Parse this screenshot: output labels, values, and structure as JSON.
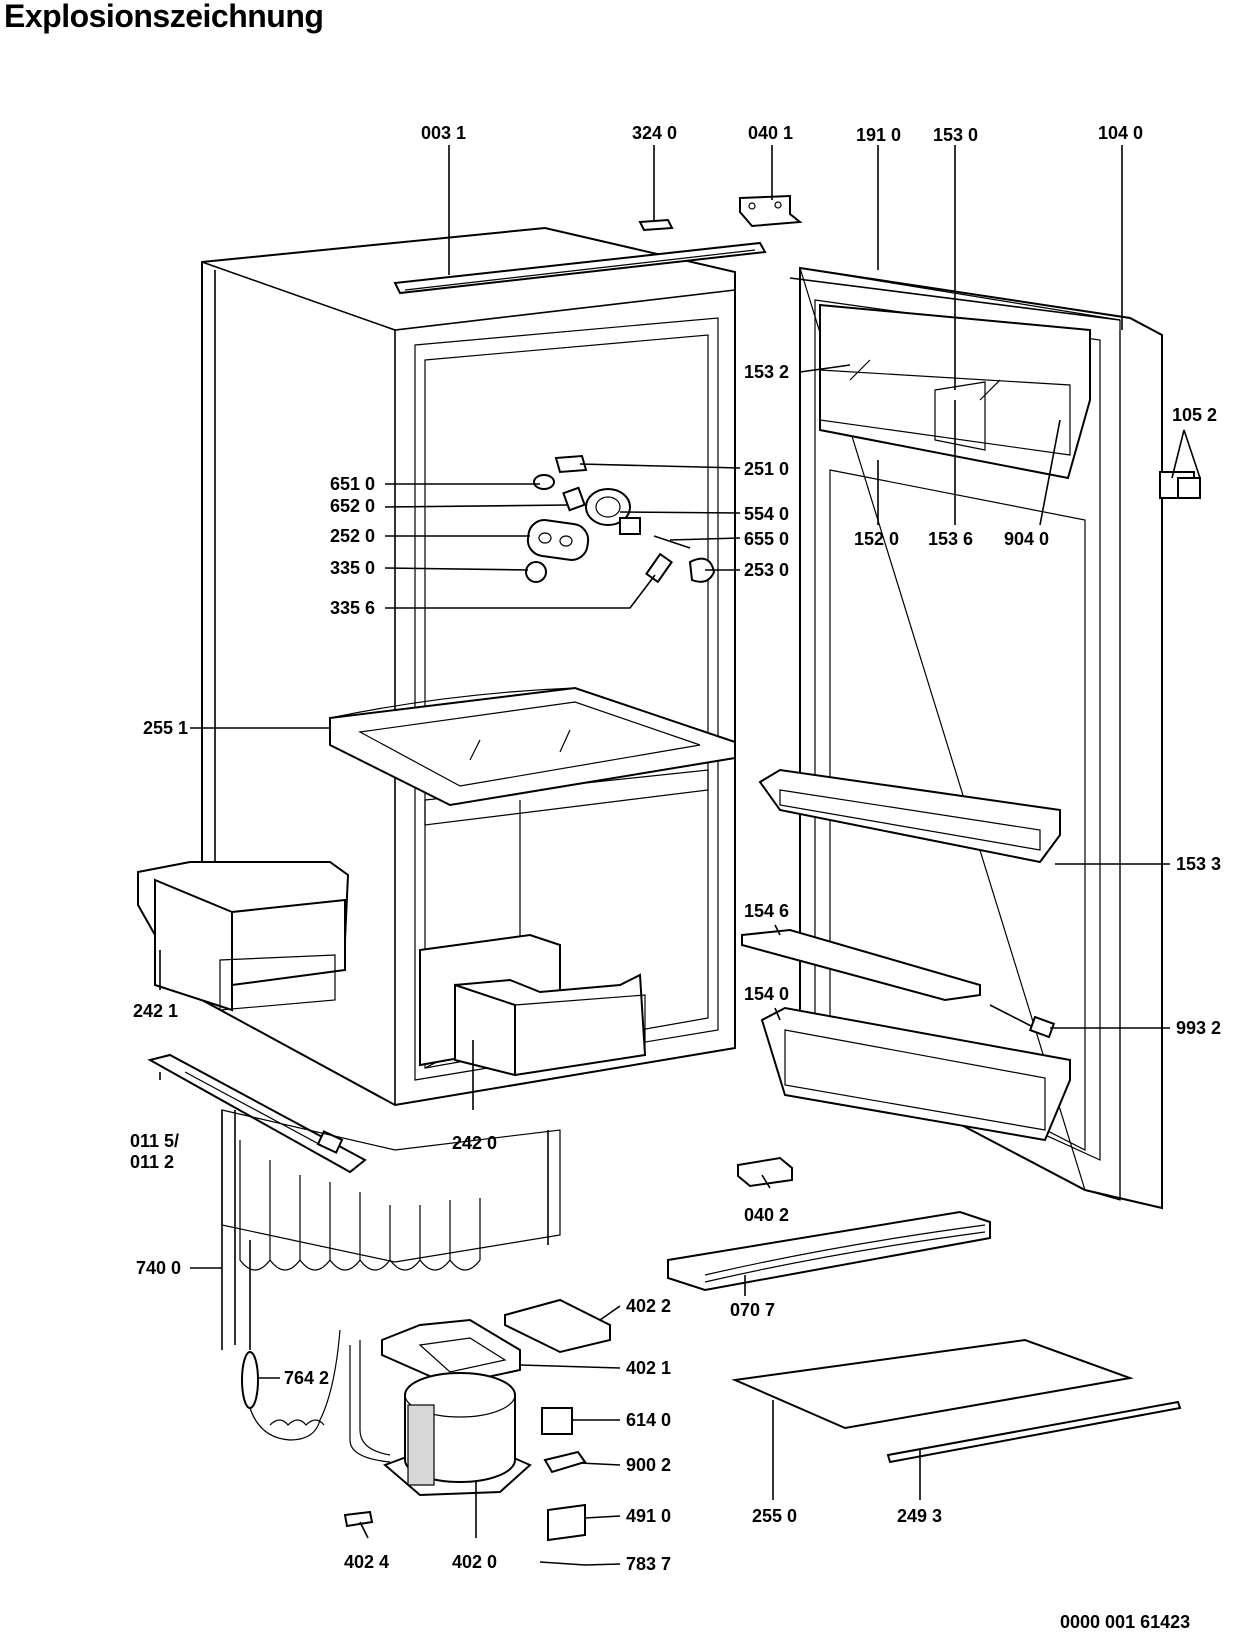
{
  "title": "Explosionszeichnung",
  "document_number": "0000 001 61423",
  "parts": [
    {
      "id": "p0031",
      "label": "003 1"
    },
    {
      "id": "p3240",
      "label": "324 0"
    },
    {
      "id": "p0401",
      "label": "040 1"
    },
    {
      "id": "p1910",
      "label": "191 0"
    },
    {
      "id": "p1530",
      "label": "153 0"
    },
    {
      "id": "p1040",
      "label": "104 0"
    },
    {
      "id": "p1532",
      "label": "153 2"
    },
    {
      "id": "p1052",
      "label": "105 2"
    },
    {
      "id": "p6510",
      "label": "651 0"
    },
    {
      "id": "p2510",
      "label": "251 0"
    },
    {
      "id": "p6520",
      "label": "652 0"
    },
    {
      "id": "p5540",
      "label": "554 0"
    },
    {
      "id": "p2520",
      "label": "252 0"
    },
    {
      "id": "p6550",
      "label": "655 0"
    },
    {
      "id": "p1520",
      "label": "152 0"
    },
    {
      "id": "p1536",
      "label": "153 6"
    },
    {
      "id": "p9040",
      "label": "904 0"
    },
    {
      "id": "p3350",
      "label": "335 0"
    },
    {
      "id": "p2530",
      "label": "253 0"
    },
    {
      "id": "p3356",
      "label": "335 6"
    },
    {
      "id": "p2551",
      "label": "255 1"
    },
    {
      "id": "p1533",
      "label": "153 3"
    },
    {
      "id": "p1546",
      "label": "154 6"
    },
    {
      "id": "p1540",
      "label": "154 0"
    },
    {
      "id": "p2421",
      "label": "242 1"
    },
    {
      "id": "p9932",
      "label": "993 2"
    },
    {
      "id": "p0115",
      "label": "011 5/"
    },
    {
      "id": "p0112",
      "label": "011 2"
    },
    {
      "id": "p2420",
      "label": "242 0"
    },
    {
      "id": "p0402",
      "label": "040 2"
    },
    {
      "id": "p7400",
      "label": "740 0"
    },
    {
      "id": "p0707",
      "label": "070 7"
    },
    {
      "id": "p4022",
      "label": "402 2"
    },
    {
      "id": "p7642",
      "label": "764 2"
    },
    {
      "id": "p4021",
      "label": "402 1"
    },
    {
      "id": "p6140",
      "label": "614 0"
    },
    {
      "id": "p9002",
      "label": "900 2"
    },
    {
      "id": "p4910",
      "label": "491 0"
    },
    {
      "id": "p2550",
      "label": "255 0"
    },
    {
      "id": "p2493",
      "label": "249 3"
    },
    {
      "id": "p4024",
      "label": "402 4"
    },
    {
      "id": "p4020",
      "label": "402 0"
    },
    {
      "id": "p7837",
      "label": "783 7"
    }
  ]
}
